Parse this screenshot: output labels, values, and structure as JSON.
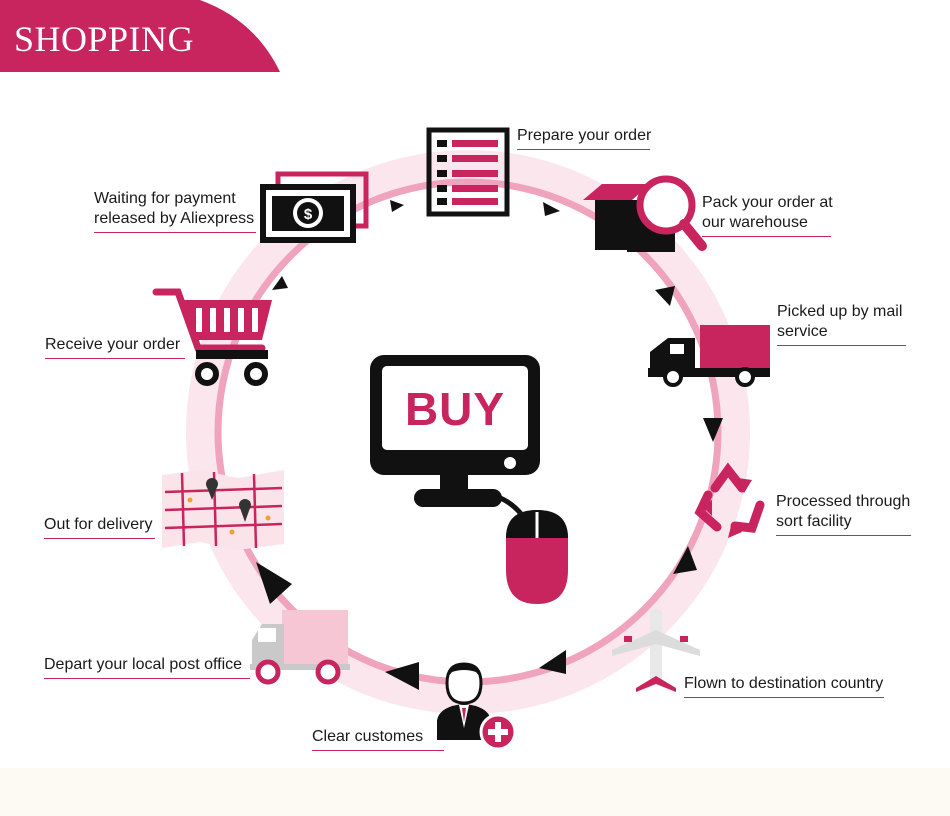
{
  "header": {
    "title": "SHOPPING"
  },
  "center": {
    "buy_text": "BUY"
  },
  "steps": [
    {
      "label_lines": [
        "Prepare your order"
      ]
    },
    {
      "label_lines": [
        "Pack your order at",
        "our warehouse"
      ]
    },
    {
      "label_lines": [
        "Picked up by mail",
        "service"
      ]
    },
    {
      "label_lines": [
        "Processed through",
        "sort facility"
      ]
    },
    {
      "label_lines": [
        "Flown to destination country"
      ]
    },
    {
      "label_lines": [
        "Clear customes"
      ]
    },
    {
      "label_lines": [
        "Depart your local post office"
      ]
    },
    {
      "label_lines": [
        "Out for delivery"
      ]
    },
    {
      "label_lines": [
        "Receive your order"
      ]
    },
    {
      "label_lines": [
        "Waiting for payment",
        "released by Aliexpress"
      ]
    }
  ],
  "colors": {
    "accent": "#c8245e",
    "ring_light": "#f9dde6",
    "ring_mid": "#f0a3bd",
    "icon_dark": "#111111",
    "pink_light": "#f6c6d5"
  }
}
